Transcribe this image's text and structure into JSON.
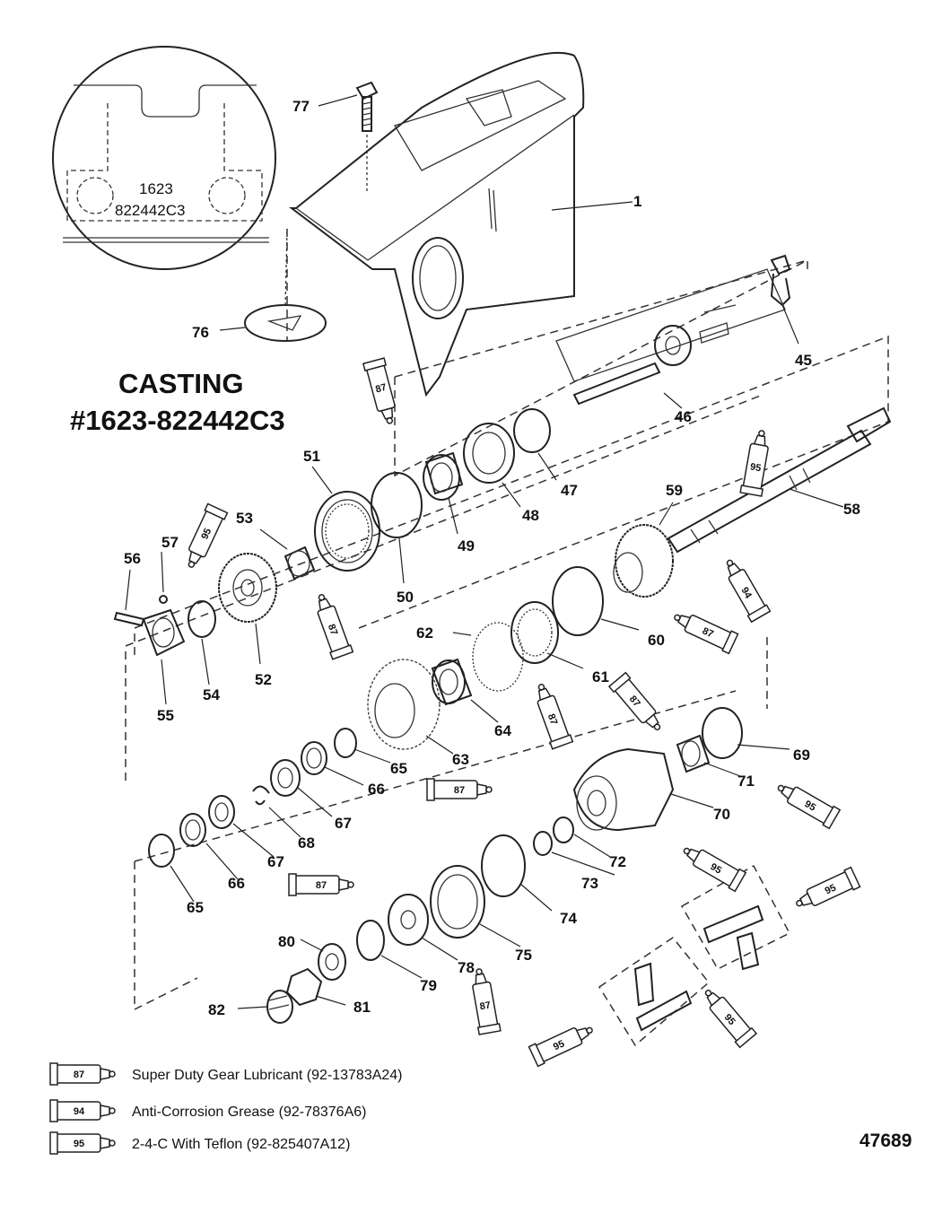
{
  "inset": {
    "casting_line1": "1623",
    "casting_line2": "822442C3"
  },
  "casting_title": {
    "line1": "CASTING",
    "line2": "#1623-822442C3"
  },
  "figure_number": "47689",
  "lubricant_callouts": [
    "87",
    "95",
    "87",
    "95",
    "94",
    "87",
    "87",
    "87",
    "87",
    "87",
    "95",
    "95",
    "87",
    "95",
    "95",
    "95"
  ],
  "legend": [
    {
      "code": "87",
      "text": "Super Duty Gear Lubricant (92-13783A24)"
    },
    {
      "code": "94",
      "text": "Anti-Corrosion Grease (92-78376A6)"
    },
    {
      "code": "95",
      "text": "2-4-C  With Teflon (92-825407A12)"
    }
  ],
  "part_labels": [
    "77",
    "1",
    "76",
    "45",
    "46",
    "51",
    "47",
    "48",
    "49",
    "59",
    "58",
    "53",
    "57",
    "56",
    "50",
    "60",
    "62",
    "61",
    "52",
    "54",
    "55",
    "64",
    "63",
    "65",
    "66",
    "69",
    "71",
    "67",
    "68",
    "70",
    "67",
    "66",
    "72",
    "73",
    "65",
    "74",
    "80",
    "75",
    "78",
    "79",
    "82",
    "81"
  ]
}
